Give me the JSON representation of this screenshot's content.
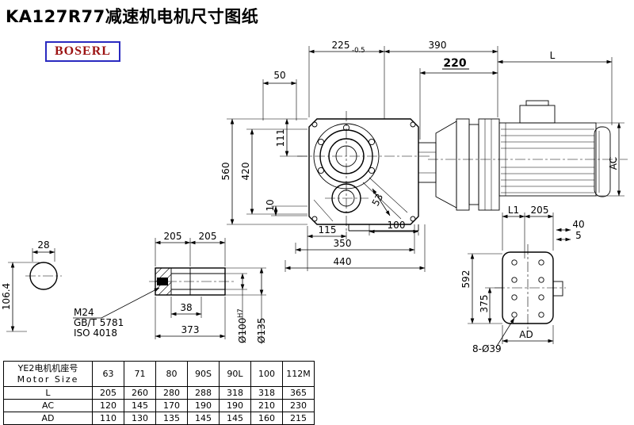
{
  "title": "KA127R77减速机电机尺寸图纸",
  "logo": {
    "text": "BOSERL"
  },
  "drawing": {
    "top_dims": {
      "d225": "225",
      "d225_tol": "-0.5",
      "d390": "390",
      "d220": "220",
      "dL": "L",
      "d50": "50"
    },
    "left_dims": {
      "d560": "560",
      "d420": "420",
      "d111": "111",
      "d10": "10"
    },
    "main_dims": {
      "d53": "53",
      "d115": "115",
      "d100": "100",
      "d350": "350",
      "d440": "440",
      "dAC": "AC"
    },
    "shaft_end_view": {
      "d28": "28",
      "d106": "106.4"
    },
    "shaft_detail": {
      "d205a": "205",
      "d205b": "205",
      "m24": "M24",
      "gbt": "GB/T 5781",
      "iso": "ISO 4018",
      "d38": "38",
      "d373": "373",
      "bore": "Ø100",
      "bore_fit": "H7",
      "d135": "Ø135"
    },
    "flange_view": {
      "dL1": "L1",
      "d205": "205",
      "d40": "40",
      "d5": "5",
      "d592": "592",
      "d375": "375",
      "dAD": "AD",
      "holes": "8-Ø39"
    }
  },
  "table": {
    "header_cn": "YE2电机机座号",
    "header_en": "Motor Size",
    "sizes": [
      "63",
      "71",
      "80",
      "90S",
      "90L",
      "100",
      "112M"
    ],
    "rows": [
      {
        "label": "L",
        "values": [
          "205",
          "260",
          "280",
          "288",
          "318",
          "318",
          "365"
        ]
      },
      {
        "label": "AC",
        "values": [
          "120",
          "145",
          "170",
          "190",
          "190",
          "210",
          "230"
        ]
      },
      {
        "label": "AD",
        "values": [
          "110",
          "130",
          "135",
          "145",
          "145",
          "160",
          "215"
        ]
      }
    ]
  }
}
